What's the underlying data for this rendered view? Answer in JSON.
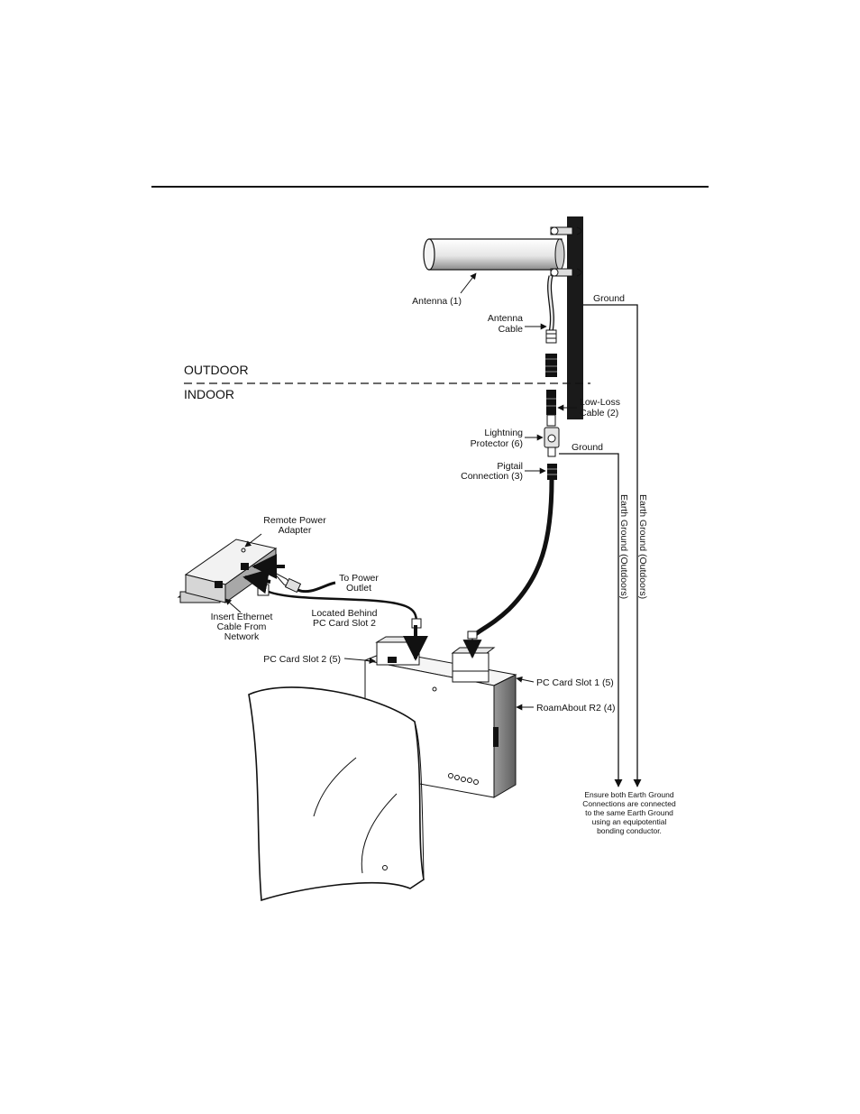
{
  "zones": {
    "outdoor": "OUTDOOR",
    "indoor": "INDOOR"
  },
  "labels": {
    "antenna": "Antenna (1)",
    "antenna_cable_1": "Antenna",
    "antenna_cable_2": "Cable",
    "ground_top": "Ground",
    "low_loss_1": "Low-Loss",
    "low_loss_2": "Cable (2)",
    "lightning_1": "Lightning",
    "lightning_2": "Protector (6)",
    "ground_mid": "Ground",
    "pigtail_1": "Pigtail",
    "pigtail_2": "Connection (3)",
    "remote_power_1": "Remote Power",
    "remote_power_2": "Adapter",
    "to_power_1": "To Power",
    "to_power_2": "Outlet",
    "insert_eth_1": "Insert Ethernet",
    "insert_eth_2": "Cable From",
    "insert_eth_3": "Network",
    "located_1": "Located Behind",
    "located_2": "PC Card Slot 2",
    "pc_slot_2": "PC Card Slot 2 (5)",
    "pc_slot_1": "PC Card Slot 1 (5)",
    "roamabout": "RoamAbout R2 (4)",
    "earth_ground_outdoors": "Earth Ground (Outdoors)",
    "earth_ground_outdoors_2": "Earth Ground (Outdoors)",
    "note_1": "Ensure both Earth Ground",
    "note_2": "Connections are connected",
    "note_3": "to the same Earth Ground",
    "note_4": "using an equipotential",
    "note_5": "bonding conductor."
  }
}
